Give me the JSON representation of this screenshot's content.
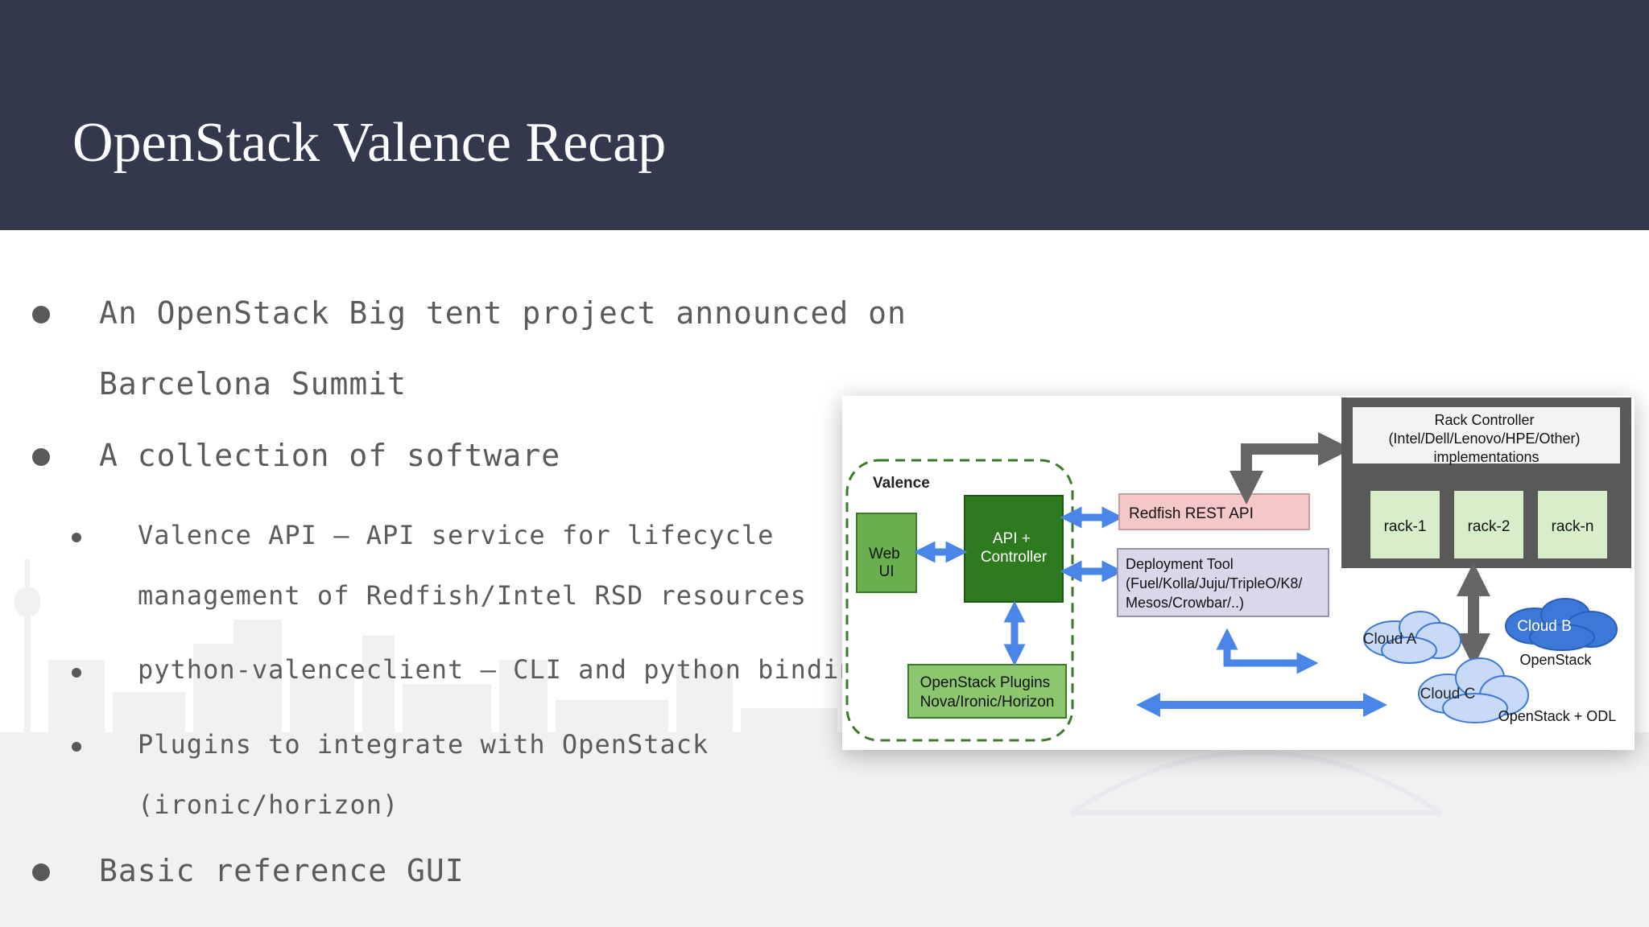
{
  "slide": {
    "title": "OpenStack Valence Recap"
  },
  "bullets": [
    {
      "level": 1,
      "lines": [
        "An OpenStack Big tent project announced on",
        "Barcelona Summit"
      ]
    },
    {
      "level": 1,
      "lines": [
        "A collection of software"
      ]
    },
    {
      "level": 2,
      "lines": [
        "Valence API – API service for lifecycle",
        "management of Redfish/Intel RSD resources"
      ]
    },
    {
      "level": 2,
      "lines": [
        "python-valenceclient – CLI and python binding"
      ]
    },
    {
      "level": 2,
      "lines": [
        "Plugins to integrate with OpenStack",
        "(ironic/horizon)"
      ]
    },
    {
      "level": 1,
      "lines": [
        "Basic reference GUI"
      ]
    }
  ],
  "diagram": {
    "valence_label": "Valence",
    "web_ui": [
      "Web",
      "UI"
    ],
    "api_controller": [
      "API +",
      "Controller"
    ],
    "openstack_plugins": [
      "OpenStack Plugins",
      "Nova/Ironic/Horizon"
    ],
    "redfish_api": "Redfish REST API",
    "deployment_tool": [
      "Deployment Tool",
      "(Fuel/Kolla/Juju/TripleO/K8/",
      "Mesos/Crowbar/..)"
    ],
    "rack_controller": [
      "Rack Controller",
      "(Intel/Dell/Lenovo/HPE/Other)",
      "implementations"
    ],
    "racks": [
      "rack-1",
      "rack-2",
      "rack-n"
    ],
    "cloud_a": "Cloud A",
    "cloud_b": "Cloud B",
    "cloud_b_caption": "OpenStack",
    "cloud_c": "Cloud C",
    "cloud_c_caption": "OpenStack + ODL"
  },
  "colors": {
    "header_bg": "#33384d",
    "body_text": "#5b5b5b",
    "dark_green": "#2d7a1f",
    "light_green": "#6aaf4e",
    "plugin_green": "#8cc66f",
    "dashed_green": "#3d7a2a",
    "redfish_pink": "#f4c7c9",
    "deploy_lavender": "#dcd6eb",
    "rack_gray": "#595959",
    "rack_green": "#d8edc9",
    "arrow_blue": "#4a86e8",
    "arrow_gray": "#666666",
    "cloud_light": "#c9daf8",
    "cloud_dark": "#3c78d8"
  }
}
